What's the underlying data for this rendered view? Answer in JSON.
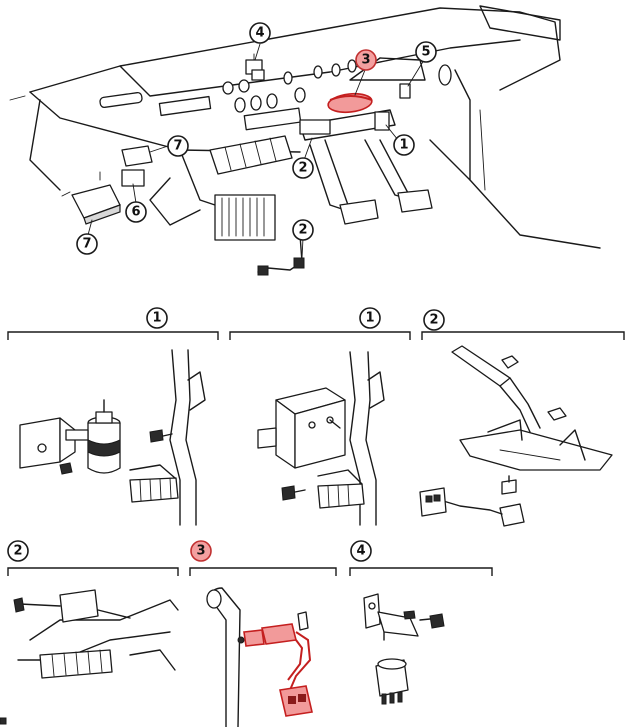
{
  "overview": {
    "callouts": [
      "4",
      "3",
      "5",
      "1",
      "7",
      "2",
      "6",
      "7",
      "2"
    ]
  },
  "panels": [
    {
      "label": "1"
    },
    {
      "label": "1"
    },
    {
      "label": "2"
    },
    {
      "label": "2"
    },
    {
      "label": "3",
      "highlighted": true
    },
    {
      "label": "4"
    }
  ],
  "colors": {
    "line": "#1a1a1a",
    "highlight_fill": "#f29a9a",
    "highlight_stroke": "#c41f1f",
    "background": "#ffffff"
  }
}
